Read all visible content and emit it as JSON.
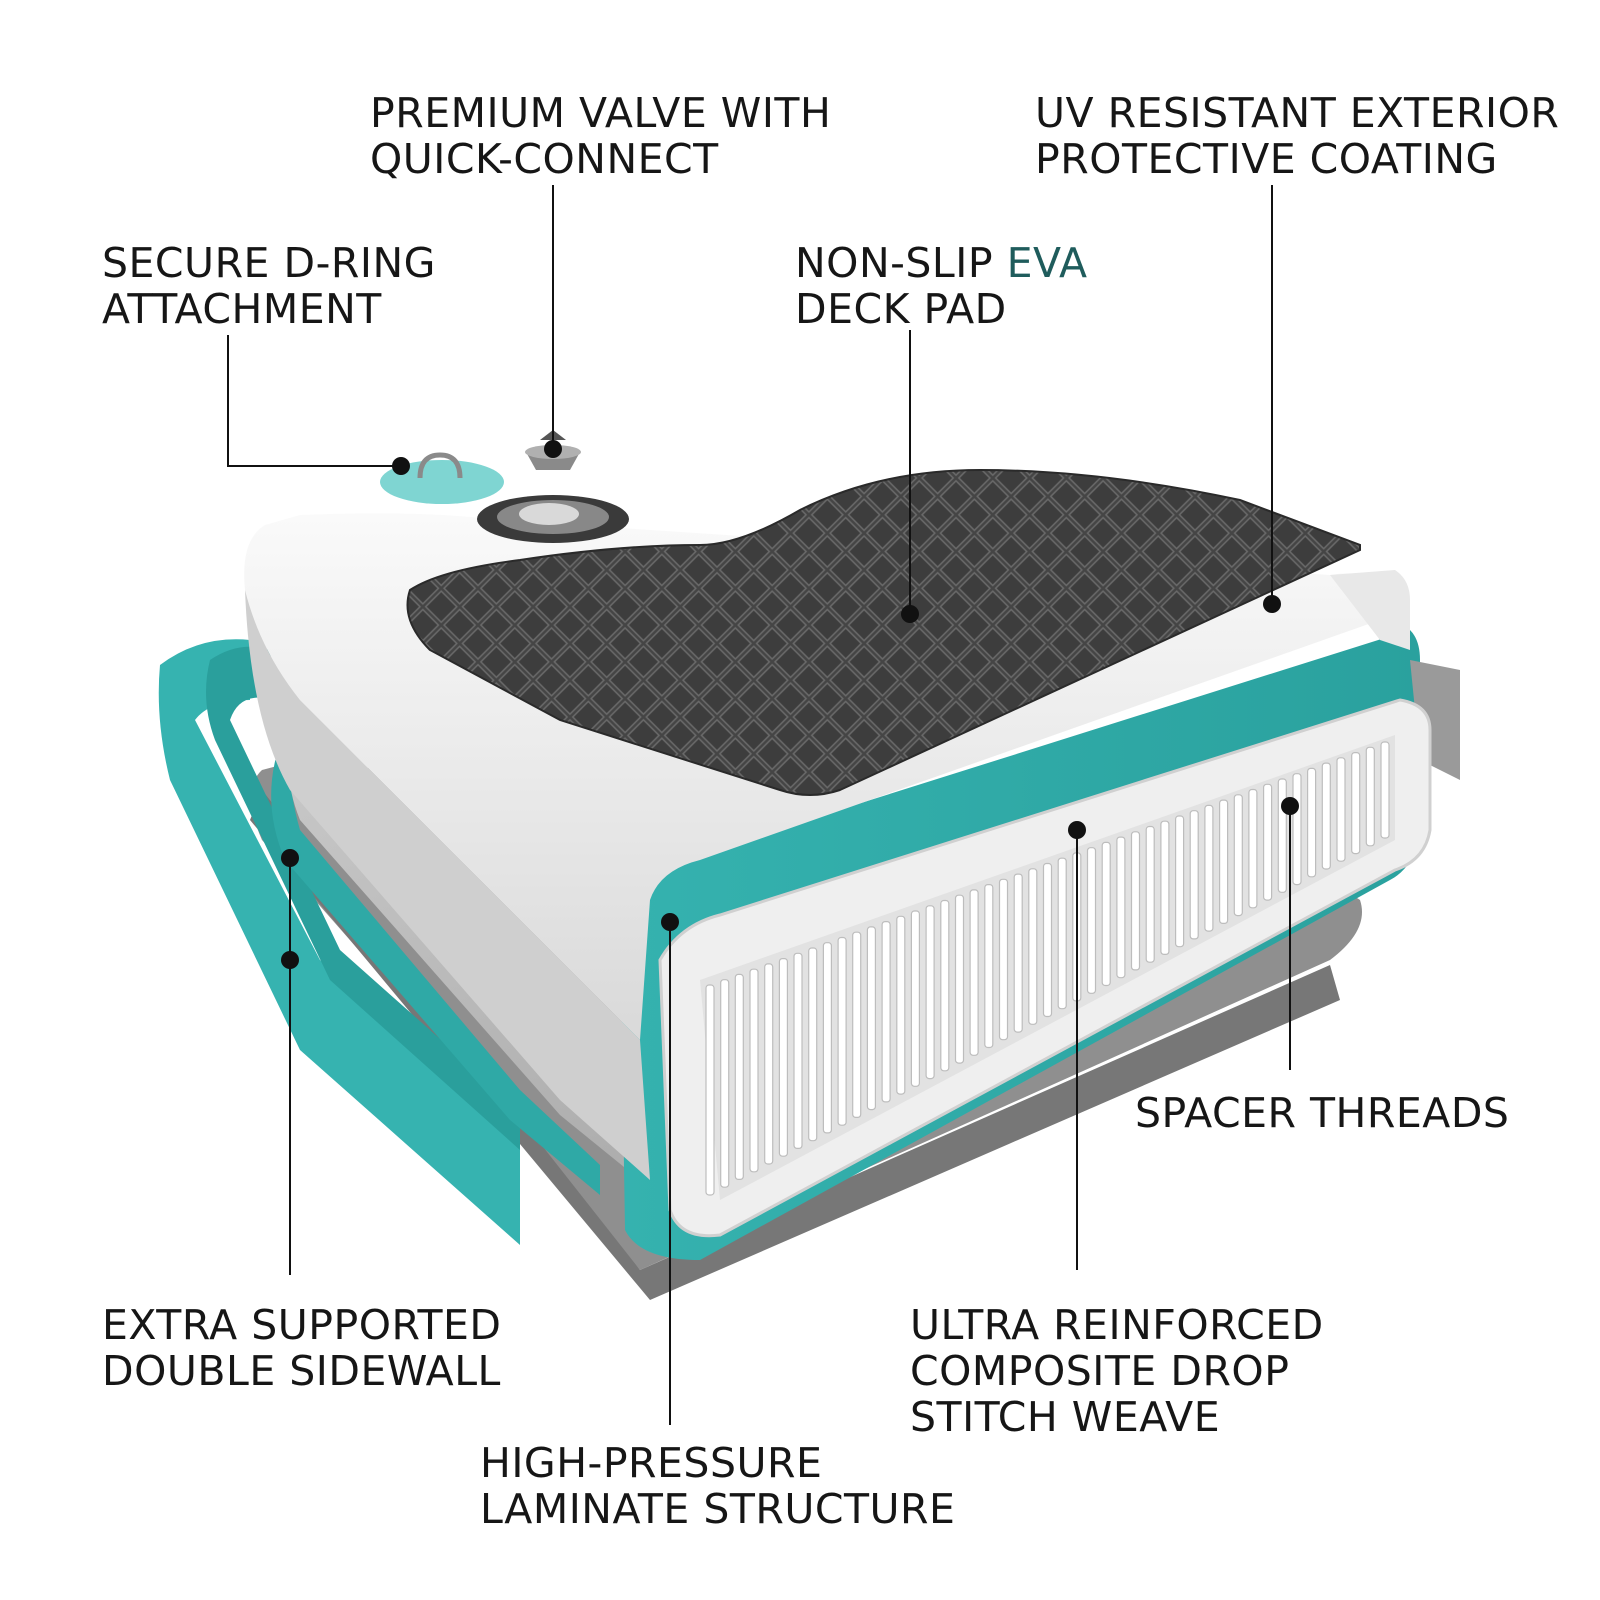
{
  "colors": {
    "teal": "#36b3b0",
    "teal_dark": "#1e8d8a",
    "deck_pad": "#4a4a4a",
    "board_white": "#f1f1f1",
    "core_gray": "#bdbdbd",
    "callout_line": "#111111"
  },
  "callouts": {
    "d_ring": {
      "line1": "SECURE D-RING",
      "line2": "ATTACHMENT"
    },
    "valve": {
      "line1": "PREMIUM VALVE WITH",
      "line2": "QUICK-CONNECT"
    },
    "uv_coating": {
      "line1": "UV RESISTANT EXTERIOR",
      "line2": "PROTECTIVE COATING"
    },
    "deck_pad": {
      "line1_a": "NON-SLIP ",
      "line1_b": "EVA",
      "line2": "DECK PAD"
    },
    "spacer_threads": {
      "line1": "SPACER THREADS"
    },
    "sidewall": {
      "line1": "EXTRA SUPPORTED",
      "line2": "DOUBLE SIDEWALL"
    },
    "drop_stitch": {
      "line1": "ULTRA REINFORCED",
      "line2": "COMPOSITE DROP",
      "line3": "STITCH WEAVE"
    },
    "laminate": {
      "line1": "HIGH-PRESSURE",
      "line2": "LAMINATE STRUCTURE"
    }
  }
}
